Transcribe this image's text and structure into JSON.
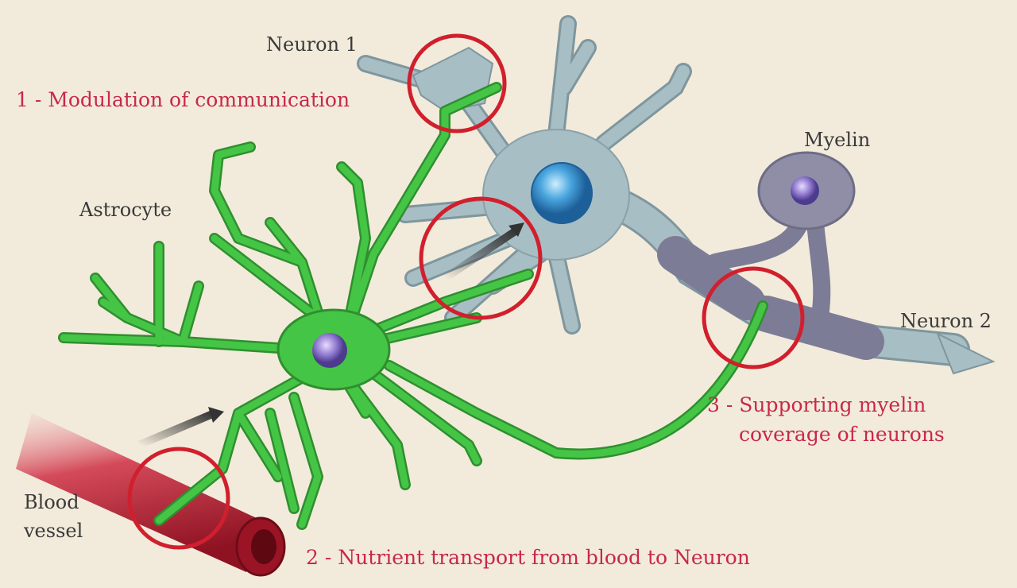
{
  "labels": {
    "neuron1": "Neuron 1",
    "neuron2": "Neuron 2",
    "astrocyte": "Astrocyte",
    "myelin": "Myelin",
    "blood_line1": "Blood",
    "blood_line2": "vessel"
  },
  "functions": {
    "f1": "1 - Modulation of communication",
    "f2": "2 - Nutrient transport from blood to Neuron",
    "f3_line1": "3 - Supporting myelin",
    "f3_line2": "coverage of neurons"
  },
  "colors": {
    "background": "#f2ebdb",
    "highlight_ring": "#d11f2d",
    "function_text": "#c8284a",
    "astrocyte": "#45c545",
    "neuron": "#a8bec5",
    "myelin": "#8f8ea6",
    "blood_vessel": "#b51d33"
  }
}
